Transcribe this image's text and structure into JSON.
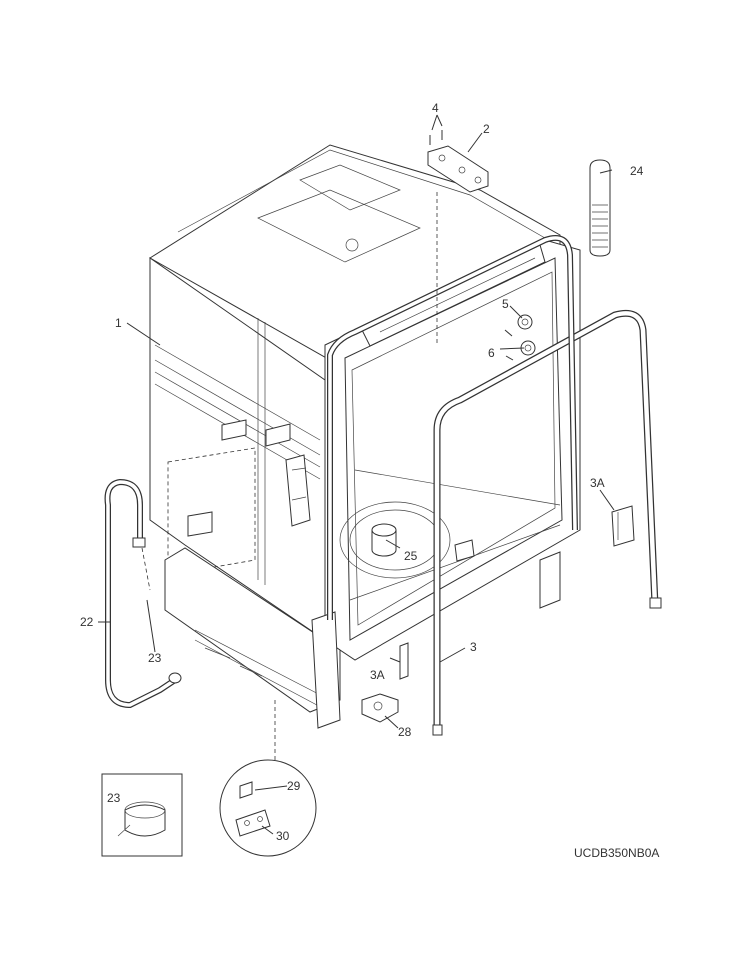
{
  "diagram": {
    "model_code": "UCDB350NB0A",
    "callouts": {
      "c1": "1",
      "c2": "2",
      "c3": "3",
      "c3a_right": "3A",
      "c3a_bottom": "3A",
      "c4": "4",
      "c5": "5",
      "c6": "6",
      "c22": "22",
      "c23": "23",
      "c23_inset": "23",
      "c24": "24",
      "c25": "25",
      "c28": "28",
      "c29": "29",
      "c30": "30"
    }
  }
}
